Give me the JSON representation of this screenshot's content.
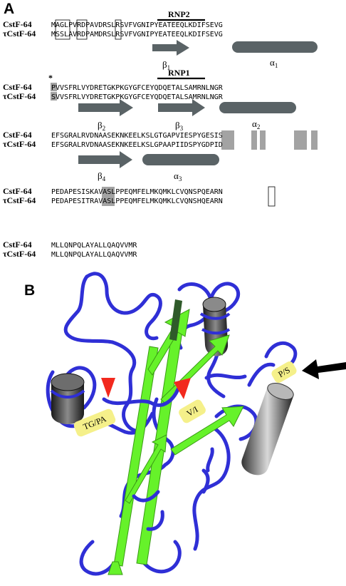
{
  "panel_a_label": "A",
  "panel_b_label": "B",
  "asterisk": "*",
  "name_cstf": "CstF-64",
  "name_tau": "τCstF-64",
  "blocks": [
    {
      "top": "MAGLPVRDPAVDRSLRSVFVGNIPYEATEEQLKDIFSEVG",
      "bottom": "MSSLAVRDPAMDRSLRSVFVGNIPYEATEEQLKDIFSEVG"
    },
    {
      "top": "PVVSFRLVYDRETGKPKGYGFCEYQDQETALSAMRNLNGR",
      "bottom": "SVVSFRLVYDRETGKPKGYGFCEYQDQETALSAMRNLNGR"
    },
    {
      "top": "EFSGRALRVDNAASEKNKEELKSLGTGAPVIESPYGESIS",
      "bottom": "EFSGRALRVDNAASEKNKEELKSLGPAAPIIDSPYGDPID"
    },
    {
      "top": "PEDAPESISKAVASLPPEQMFELMKQMKLCVQNSPQEARN",
      "bottom": "PEDAPESITRAVASLPPEQMFELMKQMKLCVQNSHQEARN"
    },
    {
      "top": "MLLQNPQLAYALLQAQVVMR",
      "bottom": "MLLQNPQLAYALLQAQVVMR"
    }
  ],
  "motifs": {
    "rnp2": "RNP2",
    "rnp1": "RNP1"
  },
  "secondary_structure": {
    "b1": {
      "letter": "β",
      "sub": "1"
    },
    "a1": {
      "letter": "α",
      "sub": "1"
    },
    "b2": {
      "letter": "β",
      "sub": "2"
    },
    "b3": {
      "letter": "β",
      "sub": "3"
    },
    "a2": {
      "letter": "α",
      "sub": "2"
    },
    "b4": {
      "letter": "β",
      "sub": "4"
    },
    "a3": {
      "letter": "α",
      "sub": "3"
    }
  },
  "variant_labels": {
    "tgpa": "TG/PA",
    "vi": "V/I",
    "ps": "P/S"
  },
  "colors": {
    "coil": "#2f2fd6",
    "strand": "#66f22a",
    "helix_gray": "#5a6366",
    "highlight": "#a3a3a3",
    "variant_tag": "#f5f08a",
    "arrowhead": "#f2291e"
  }
}
